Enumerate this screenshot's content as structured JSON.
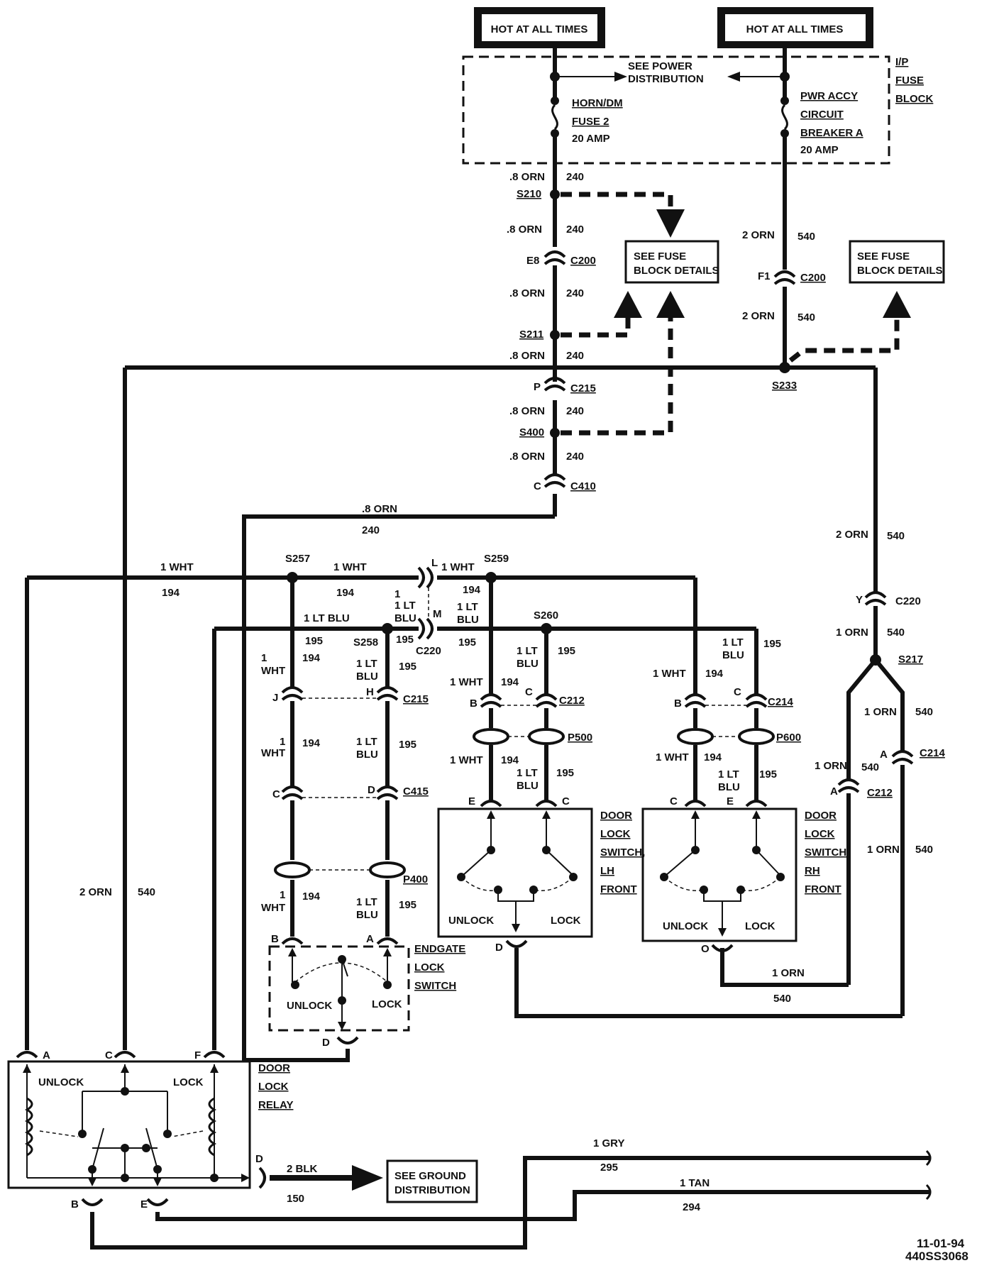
{
  "power": {
    "hot_left": "HOT AT ALL TIMES",
    "hot_right": "HOT AT ALL TIMES",
    "see_power": "SEE POWER",
    "distribution": "DISTRIBUTION",
    "ip_fuse_block": [
      "I/P",
      "FUSE",
      "BLOCK"
    ],
    "horn_fuse": [
      "HORN/DM",
      "FUSE 2",
      "20 AMP"
    ],
    "breaker": [
      "PWR ACCY",
      "CIRCUIT",
      "BREAKER A",
      "20 AMP"
    ]
  },
  "refs": {
    "see_fuse_1": [
      "SEE FUSE",
      "BLOCK DETAILS"
    ],
    "see_fuse_2": [
      "SEE FUSE",
      "BLOCK DETAILS"
    ],
    "see_ground": [
      "SEE GROUND",
      "DISTRIBUTION"
    ]
  },
  "splices": {
    "s210": "S210",
    "s211": "S211",
    "s400": "S400",
    "s233": "S233",
    "s257": "S257",
    "s258": "S258",
    "s259": "S259",
    "s260": "S260",
    "s217": "S217"
  },
  "connectors": {
    "c200": "C200",
    "c215": "C215",
    "c410": "C410",
    "c220": "C220",
    "c415": "C415",
    "c212": "C212",
    "c214": "C214",
    "p400": "P400",
    "p500": "P500",
    "p600": "P600"
  },
  "wires": {
    "orn08": ".8 ORN",
    "orn2": "2 ORN",
    "orn1": "1 ORN",
    "wht1": "1 WHT",
    "ltblu1": "1 LT BLU",
    "ltblu_a": "1 LT",
    "ltblu_b": "BLU",
    "wht_a": "1",
    "wht_b": "WHT",
    "gry1": "1 GRY",
    "tan1": "1 TAN",
    "blk2": "2 BLK",
    "n240": "240",
    "n540": "540",
    "n194": "194",
    "n195": "195",
    "n295": "295",
    "n294": "294",
    "n150": "150"
  },
  "components": {
    "endgate": [
      "ENDGATE",
      "LOCK",
      "SWITCH"
    ],
    "lh_switch": [
      "DOOR",
      "LOCK",
      "SWITCH,",
      "LH",
      "FRONT"
    ],
    "rh_switch": [
      "DOOR",
      "LOCK",
      "SWITCH,",
      "RH",
      "FRONT"
    ],
    "relay": [
      "DOOR",
      "LOCK",
      "RELAY"
    ],
    "unlock": "UNLOCK",
    "lock": "LOCK"
  },
  "footer": {
    "date": "11-01-94",
    "code": "440SS3068"
  }
}
